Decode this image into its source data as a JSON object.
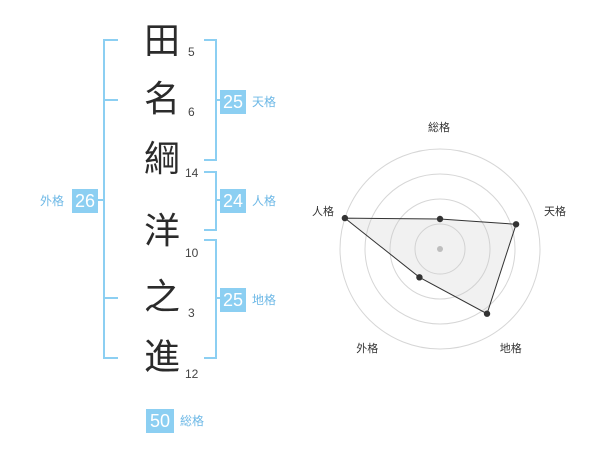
{
  "name_chars": [
    {
      "char": "田",
      "strokes": "5"
    },
    {
      "char": "名",
      "strokes": "6"
    },
    {
      "char": "綱",
      "strokes": "14"
    },
    {
      "char": "洋",
      "strokes": "10"
    },
    {
      "char": "之",
      "strokes": "3"
    },
    {
      "char": "進",
      "strokes": "12"
    }
  ],
  "kaku": {
    "tenkaku": {
      "value": "25",
      "label": "天格"
    },
    "jinkaku": {
      "value": "24",
      "label": "人格"
    },
    "chikaku": {
      "value": "25",
      "label": "地格"
    },
    "gaikaku": {
      "value": "26",
      "label": "外格"
    },
    "soukaku": {
      "value": "50",
      "label": "総格"
    }
  },
  "colors": {
    "accent": "#8ccff2",
    "bracket": "#8ccff2"
  },
  "chart_data": {
    "type": "radar",
    "axes": [
      "総格",
      "天格",
      "地格",
      "外格",
      "人格"
    ],
    "values": [
      0.3,
      0.8,
      0.8,
      0.35,
      1.0
    ],
    "rings": 4,
    "range": [
      0,
      1
    ]
  }
}
